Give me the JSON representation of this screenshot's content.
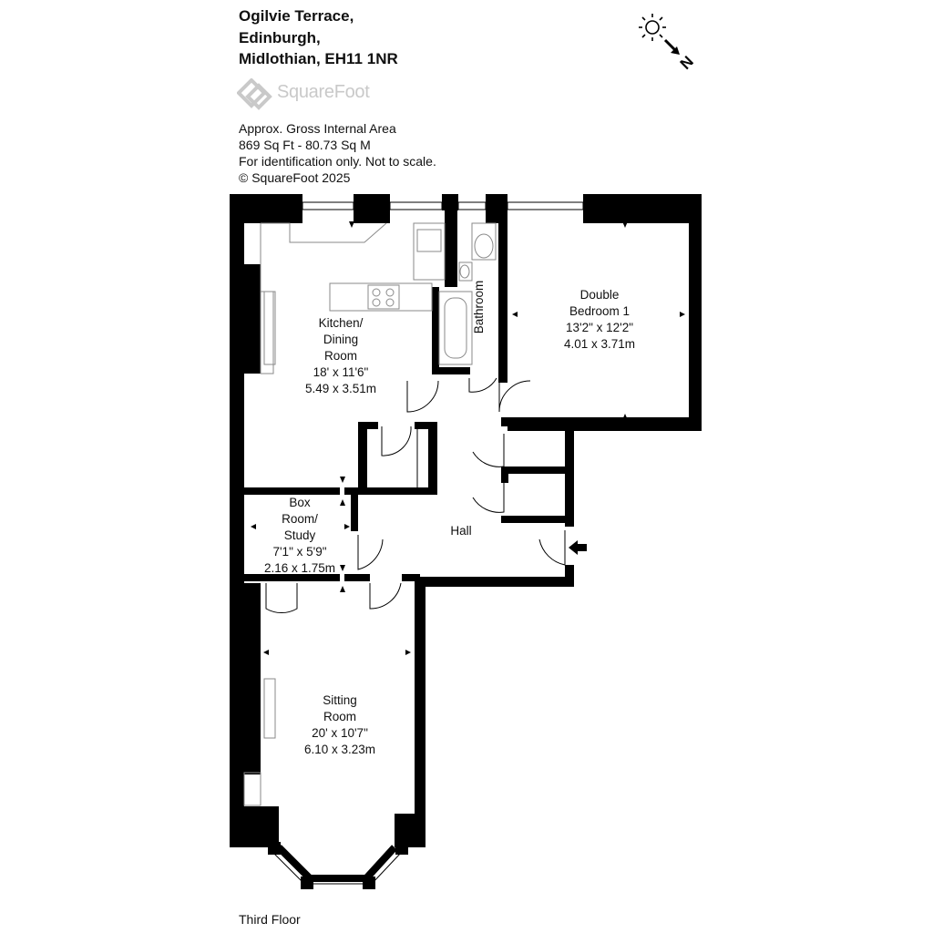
{
  "address": {
    "line1": "Ogilvie Terrace,",
    "line2": "Edinburgh,",
    "line3": "Midlothian, EH11 1NR"
  },
  "logo": {
    "text": "SquareFoot"
  },
  "info": {
    "line1": "Approx. Gross Internal Area",
    "line2": "869 Sq Ft  -  80.73 Sq M",
    "line3": "For identification only. Not to scale.",
    "line4": "© SquareFoot 2025"
  },
  "compass": {
    "label": "N",
    "icon": "sun-icon"
  },
  "rooms": {
    "kitchen": {
      "name1": "Kitchen/",
      "name2": "Dining",
      "name3": "Room",
      "imperial": "18' x 11'6\"",
      "metric": "5.49 x 3.51m"
    },
    "bathroom": {
      "name": "Bathroom"
    },
    "bedroom": {
      "name1": "Double",
      "name2": "Bedroom 1",
      "imperial": "13'2\" x 12'2\"",
      "metric": "4.01 x 3.71m"
    },
    "boxroom": {
      "name1": "Box",
      "name2": "Room/",
      "name3": "Study",
      "imperial": "7'1\" x 5'9\"",
      "metric": "2.16 x 1.75m"
    },
    "hall": {
      "name": "Hall"
    },
    "sitting": {
      "name1": "Sitting",
      "name2": "Room",
      "imperial": "20' x 10'7\"",
      "metric": "6.10 x 3.23m"
    }
  },
  "floor": {
    "label": "Third Floor"
  },
  "colors": {
    "wall": "#000000",
    "fixture": "#9a9a9a",
    "logo": "#c9c9c9"
  }
}
